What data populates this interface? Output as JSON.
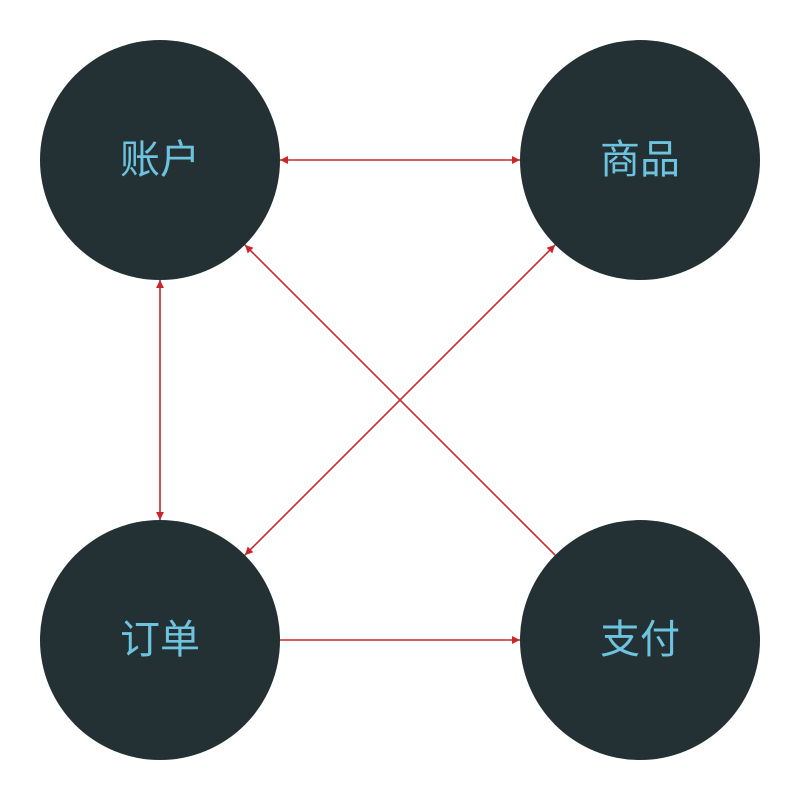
{
  "diagram": {
    "nodes": [
      {
        "id": "account",
        "label": "账户"
      },
      {
        "id": "product",
        "label": "商品"
      },
      {
        "id": "order",
        "label": "订单"
      },
      {
        "id": "payment",
        "label": "支付"
      }
    ],
    "edges": [
      {
        "from": "account",
        "to": "product",
        "bidirectional": true
      },
      {
        "from": "account",
        "to": "order",
        "bidirectional": true
      },
      {
        "from": "product",
        "to": "order",
        "bidirectional": true
      },
      {
        "from": "payment",
        "to": "account",
        "bidirectional": false
      },
      {
        "from": "order",
        "to": "payment",
        "bidirectional": false
      }
    ],
    "colors": {
      "node_fill": "#233135",
      "label_text": "#6ec3df",
      "edge": "#c62828"
    }
  }
}
